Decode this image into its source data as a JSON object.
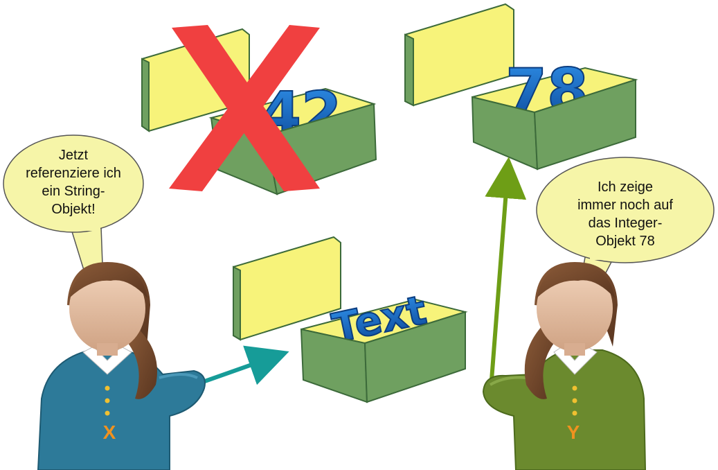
{
  "bubble_x": {
    "lines": [
      "Jetzt",
      "referenziere ich",
      "ein String-",
      "Objekt!"
    ]
  },
  "bubble_y": {
    "lines": [
      "Ich zeige",
      "immer noch auf",
      "das Integer-",
      "Objekt 78"
    ]
  },
  "boxes": {
    "old": {
      "content": "42",
      "crossed_out": true
    },
    "integer": {
      "content": "78"
    },
    "string": {
      "content": "Text"
    }
  },
  "persons": {
    "x": {
      "label": "X",
      "shirt_color": "#2d7a99"
    },
    "y": {
      "label": "Y",
      "shirt_color": "#6b8a2e"
    }
  },
  "colors": {
    "box_yellow": "#f7f37a",
    "box_green": "#6fa060",
    "digit_blue": "#1565c0",
    "cross_red": "#f04040",
    "arrow_teal": "#169c98",
    "arrow_green": "#6e9e16",
    "bubble_fill": "#f6f5a8"
  }
}
